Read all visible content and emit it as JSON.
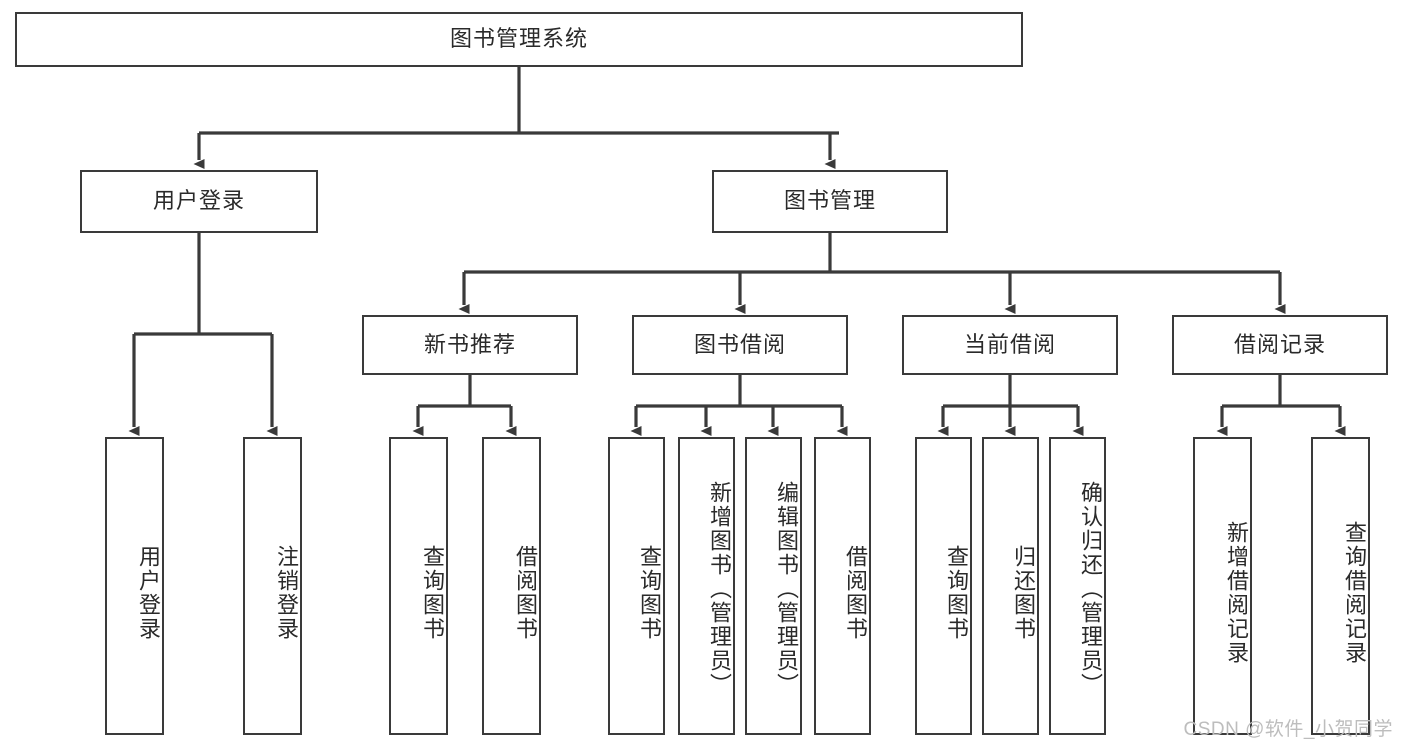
{
  "diagram": {
    "type": "tree-hierarchy-chart",
    "title_node": {
      "id": "root",
      "label": "图书管理系统"
    },
    "level2": [
      {
        "id": "user-login",
        "label": "用户登录"
      },
      {
        "id": "book-manage",
        "label": "图书管理"
      }
    ],
    "level3": [
      {
        "id": "new-book-recommend",
        "label": "新书推荐"
      },
      {
        "id": "book-borrow",
        "label": "图书借阅"
      },
      {
        "id": "current-borrow",
        "label": "当前借阅"
      },
      {
        "id": "borrow-record",
        "label": "借阅记录"
      }
    ],
    "leaves": {
      "user_login": [
        {
          "id": "leaf-user-login",
          "label": "用户登录"
        },
        {
          "id": "leaf-logout-login",
          "label": "注销登录"
        }
      ],
      "new_book_recommend": [
        {
          "id": "leaf-query-book-1",
          "label": "查询图书"
        },
        {
          "id": "leaf-borrow-book-1",
          "label": "借阅图书"
        }
      ],
      "book_borrow": [
        {
          "id": "leaf-query-book-2",
          "label": "查询图书"
        },
        {
          "id": "leaf-add-book",
          "label": "新增图书（管理员）"
        },
        {
          "id": "leaf-edit-book",
          "label": "编辑图书（管理员）"
        },
        {
          "id": "leaf-borrow-book-2",
          "label": "借阅图书"
        }
      ],
      "current_borrow": [
        {
          "id": "leaf-query-book-3",
          "label": "查询图书"
        },
        {
          "id": "leaf-return-book",
          "label": "归还图书"
        },
        {
          "id": "leaf-confirm-return",
          "label": "确认归还（管理员）"
        }
      ],
      "borrow_record": [
        {
          "id": "leaf-add-record",
          "label": "新增借阅记录"
        },
        {
          "id": "leaf-query-record",
          "label": "查询借阅记录"
        }
      ]
    }
  },
  "watermark": {
    "text": "CSDN @软件_小贺同学"
  },
  "colors": {
    "stroke": "#3a3a3a",
    "box_fill": "#ffffff",
    "text": "#2a2a2a",
    "watermark": "#bdbdbd",
    "background": "#ffffff"
  }
}
